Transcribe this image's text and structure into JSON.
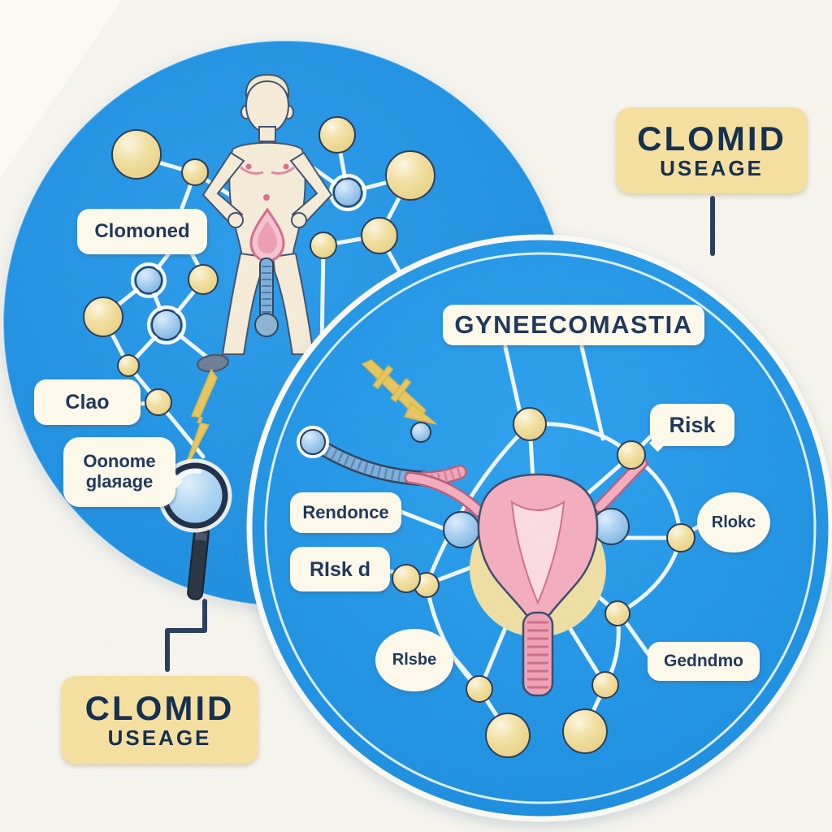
{
  "background": {
    "color": "#f7f5ee"
  },
  "palette": {
    "circle_blue": "#2094e3",
    "node_yellow": "#efd892",
    "node_blue": "#8ec2ea",
    "box_cream": "#fcf8ea",
    "box_yellow": "#f4dfa0",
    "text_navy": "#21395c",
    "lightning_yellow": "#e8c75f",
    "uterus_pink": "#f4aebf",
    "skin": "#f6ecd9"
  },
  "boxes": {
    "clomid_top_right": {
      "line1": "CLOMID",
      "line2": "USEAGE"
    },
    "clomid_bottom_left": {
      "line1": "CLOMID",
      "line2": "USEAGE"
    }
  },
  "left_circle": {
    "labels": {
      "clomoned": "Clomoned",
      "clao": "Clao",
      "oonome_line1": "Oonome",
      "oonome_line2": "glaяage"
    }
  },
  "right_circle": {
    "title": "GYNEECOMASTIA",
    "labels": {
      "risk": "Risk",
      "rendonce": "Rendonce",
      "risk_d": "RIsk d",
      "rlsbe": "Rlsbe",
      "rlokc": "Rlokc",
      "gedndmo": "Gedndmo"
    }
  }
}
